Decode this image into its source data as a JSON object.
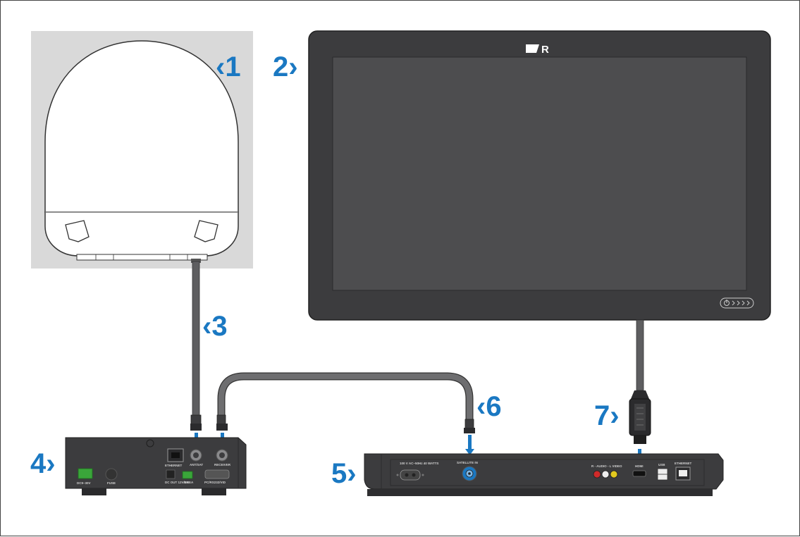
{
  "diagram": {
    "callouts": {
      "c1": "1",
      "c2": "2",
      "c3": "3",
      "c4": "4",
      "c5": "5",
      "c6": "6",
      "c7": "7"
    },
    "arrows": {
      "left": "‹",
      "right": "›"
    },
    "brand_logo_letter": "R",
    "receiver_labels": {
      "power": "DC9–30V",
      "fuse": "FUSE",
      "ethernet": "ETHERNET",
      "dc_out": "DC OUT 12V/1A",
      "ant_sat": "ANT/SAT",
      "nmea": "NMEA",
      "receiver": "RECEIVER",
      "pc_rs232": "PC/RS232/VID"
    },
    "box_labels": {
      "ac_in": "100 V AC~50Hz 40 WATTS",
      "satellite_in": "SATELLITE IN",
      "audio_video": "R - AUDIO - L VIDEO",
      "hdmi": "HDMI",
      "usb": "USB",
      "ethernet": "ETHERNET"
    },
    "colors": {
      "accent": "#1a78c2",
      "device_dark": "#3c3c3e",
      "screen": "#4d4d4f",
      "cable": "#5e5e60",
      "antenna_bg": "#d9d9d9"
    }
  }
}
